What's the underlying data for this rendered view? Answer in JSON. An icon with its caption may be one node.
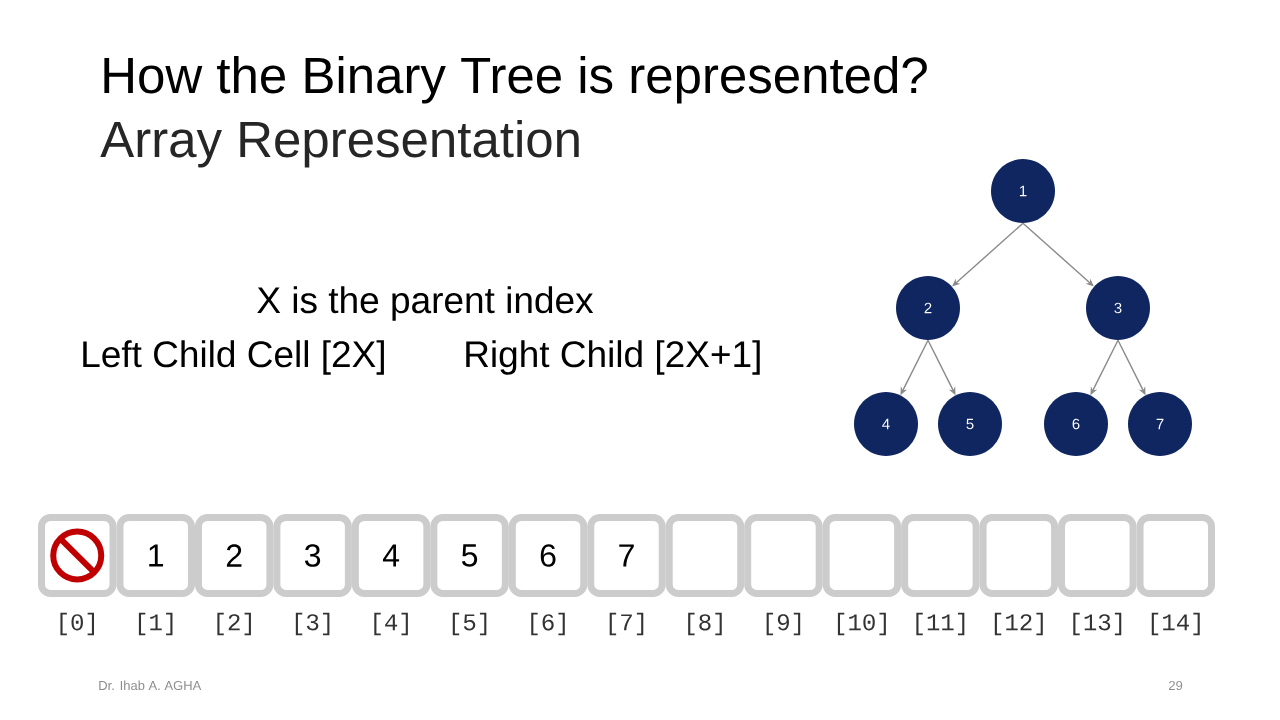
{
  "diagram": {
    "title": "How the Binary Tree is represented?",
    "nodes": [
      {
        "text": [
          "1"
        ]
      },
      {
        "text": [
          "2"
        ]
      },
      {
        "text": [
          "3"
        ]
      },
      {
        "text": [
          "4"
        ]
      },
      {
        "text": [
          "5"
        ]
      },
      {
        "text": [
          "6"
        ]
      },
      {
        "text": [
          "7"
        ]
      },
      {
        "text": [],
        "shape": "box",
        "beside": [
          "[0]"
        ]
      },
      {
        "text": [
          "1"
        ],
        "beside": [
          "[1]"
        ]
      },
      {
        "text": [
          "2"
        ],
        "beside": [
          "[2]"
        ]
      },
      {
        "text": [
          "3"
        ],
        "beside": [
          "[3]"
        ]
      },
      {
        "text": [
          "4"
        ],
        "beside": [
          "[4]"
        ]
      },
      {
        "text": [
          "5"
        ],
        "beside": [
          "[5]"
        ]
      },
      {
        "text": [
          "6"
        ],
        "beside": [
          "[6]"
        ]
      },
      {
        "text": [
          "7"
        ],
        "beside": [
          "[7]"
        ]
      },
      {
        "text": [],
        "shape": "box",
        "beside": [
          "[8]"
        ]
      },
      {
        "text": [],
        "shape": "box",
        "beside": [
          "[9]"
        ]
      },
      {
        "text": [],
        "shape": "box",
        "beside": [
          "[10]"
        ]
      },
      {
        "text": [],
        "shape": "box",
        "beside": [
          "[11]"
        ]
      },
      {
        "text": [],
        "shape": "box",
        "beside": [
          "[12]"
        ]
      },
      {
        "text": [],
        "shape": "box",
        "beside": [
          "[13]"
        ]
      },
      {
        "text": [],
        "shape": "box",
        "beside": [
          "[14]"
        ]
      }
    ],
    "edges": [
      {
        "from": 0,
        "to": 1,
        "arrow": "to"
      },
      {
        "from": 0,
        "to": 2,
        "arrow": "to"
      },
      {
        "from": 1,
        "to": 3,
        "arrow": "to"
      },
      {
        "from": 1,
        "to": 4,
        "arrow": "to"
      },
      {
        "from": 2,
        "to": 5,
        "arrow": "to"
      },
      {
        "from": 2,
        "to": 6,
        "arrow": "to"
      }
    ],
    "labels": [
      "Array Representation",
      "X is the parent index",
      "Left Child Cell [2X]",
      "Right Child [2X+1]",
      "Dr. Ihab A. AGHA",
      "29"
    ]
  }
}
